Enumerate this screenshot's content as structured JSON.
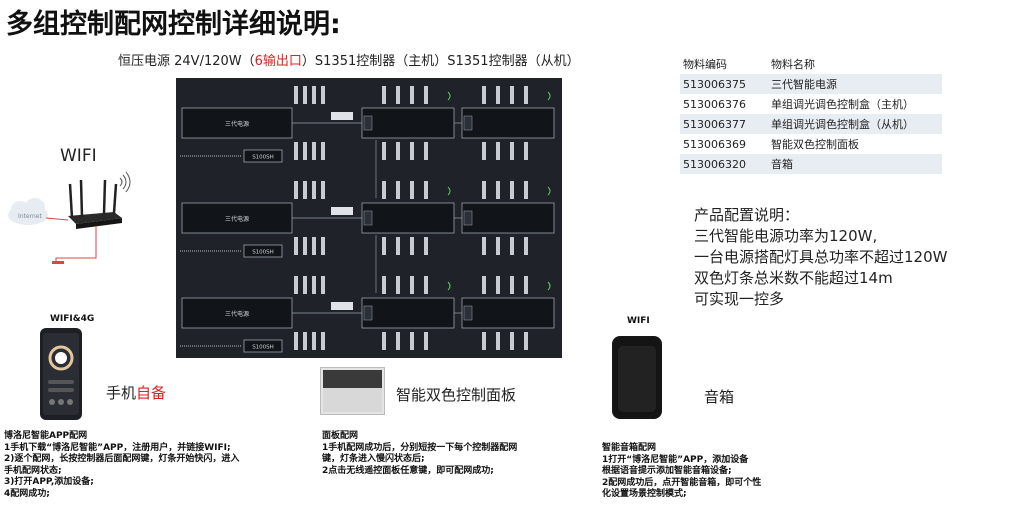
{
  "title": "多组控制配网控制详细说明:",
  "subtitle": {
    "part1": "恒压电源 24V/120W（",
    "part2_red": "6输出口",
    "part3": "）S1351控制器（主机）S1351控制器（从机）"
  },
  "materials": {
    "header": [
      "物料编码",
      "物料名称"
    ],
    "rows": [
      [
        "513006375",
        "三代智能电源"
      ],
      [
        "513006376",
        "单组调光调色控制盒（主机）"
      ],
      [
        "513006377",
        "单组调光调色控制盒（从机）"
      ],
      [
        "513006369",
        "智能双色控制面板"
      ],
      [
        "513006320",
        "音箱"
      ]
    ]
  },
  "config_notes": {
    "heading": "产品配置说明：",
    "lines": [
      "三代智能电源功率为120W,",
      "一台电源搭配灯具总功率不超过120W",
      "双色灯条总米数不能超过14m",
      "可实现一控多"
    ]
  },
  "wifi_block": {
    "label": "WIFI",
    "internet": "Internet"
  },
  "diagram": {
    "power_label": "三代电源",
    "s1351_label": "S100SH"
  },
  "phone": {
    "top_label": "WIFI&4G",
    "text_main": "手机",
    "text_red": "自备"
  },
  "panel": {
    "text": "智能双色控制面板"
  },
  "speaker": {
    "top_label": "WIFI",
    "text": "音箱"
  },
  "instructions": {
    "app": [
      "博洛尼智能APP配网",
      "1手机下载“博洛尼智能”APP，注册用户，并链接WIFI;",
      "2)逐个配网，长按控制器后面配网键，灯条开始快闪，进入",
      "手机配网状态;",
      "3)打开APP,添加设备;",
      "4配网成功;"
    ],
    "panel": [
      "面板配网",
      "1手机配网成功后，分别短按一下每个控制器配网",
      "键，灯条进入慢闪状态后;",
      "2点击无线遥控面板任意键，即可配网成功;"
    ],
    "speaker": [
      "智能音箱配网",
      "1打开“博洛尼智能”APP，添加设备",
      "根据语音提示添加智能音箱设备;",
      "2配网成功后，点开智能音箱，即可个性",
      "化设置场景控制模式;"
    ]
  }
}
